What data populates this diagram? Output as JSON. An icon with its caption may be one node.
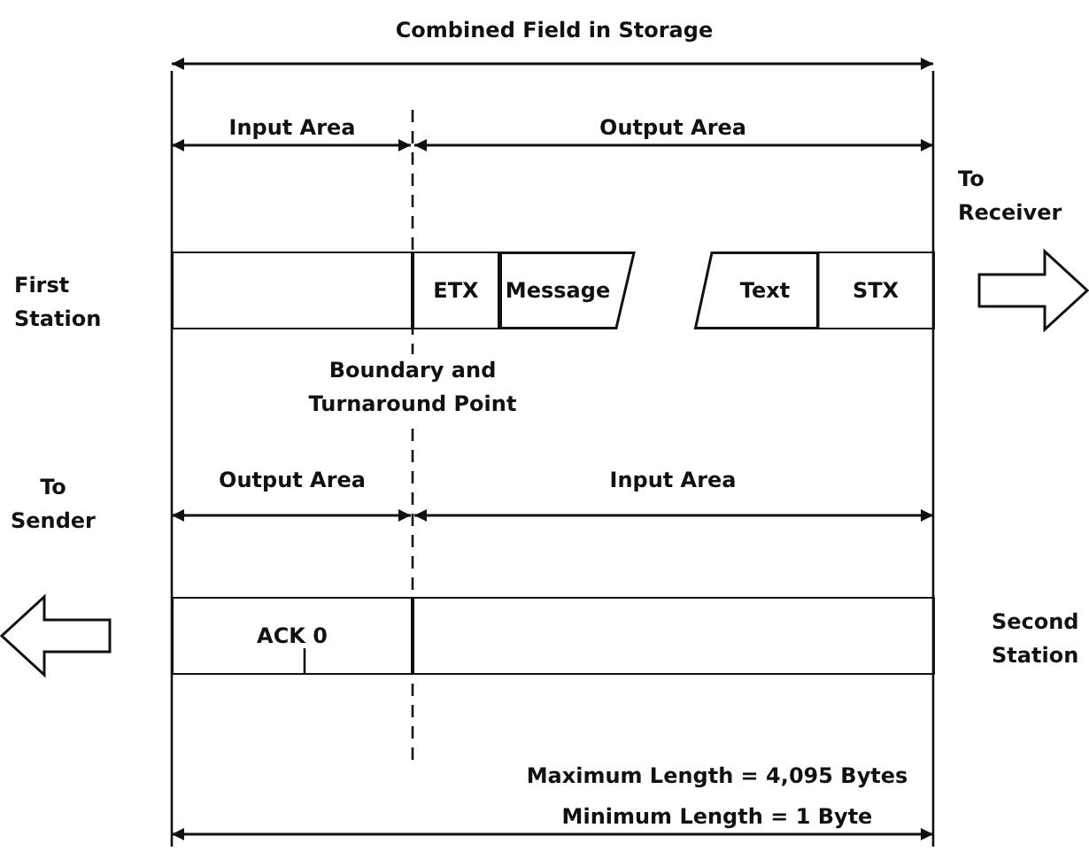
{
  "diagram": {
    "nodes": [
      {
        "text": [],
        "shape": "box",
        "beside": [
          "First Station"
        ]
      },
      {
        "text": [
          "ETX"
        ]
      },
      {
        "text": [
          "Message"
        ]
      },
      {
        "text": [
          "Text"
        ]
      },
      {
        "text": [
          "STX"
        ]
      },
      {
        "text": [
          "ACK 0"
        ]
      },
      {
        "text": [],
        "shape": "box",
        "beside": [
          "Second Station"
        ]
      }
    ],
    "labels": [
      "Combined Field in Storage",
      "Input Area",
      "Output Area",
      "To Receiver",
      "Boundary and Turnaround Point",
      "To Sender",
      "Output Area",
      "Input Area",
      "Maximum Length = 4,095 Bytes",
      "Minimum Length = 1 Byte"
    ]
  }
}
